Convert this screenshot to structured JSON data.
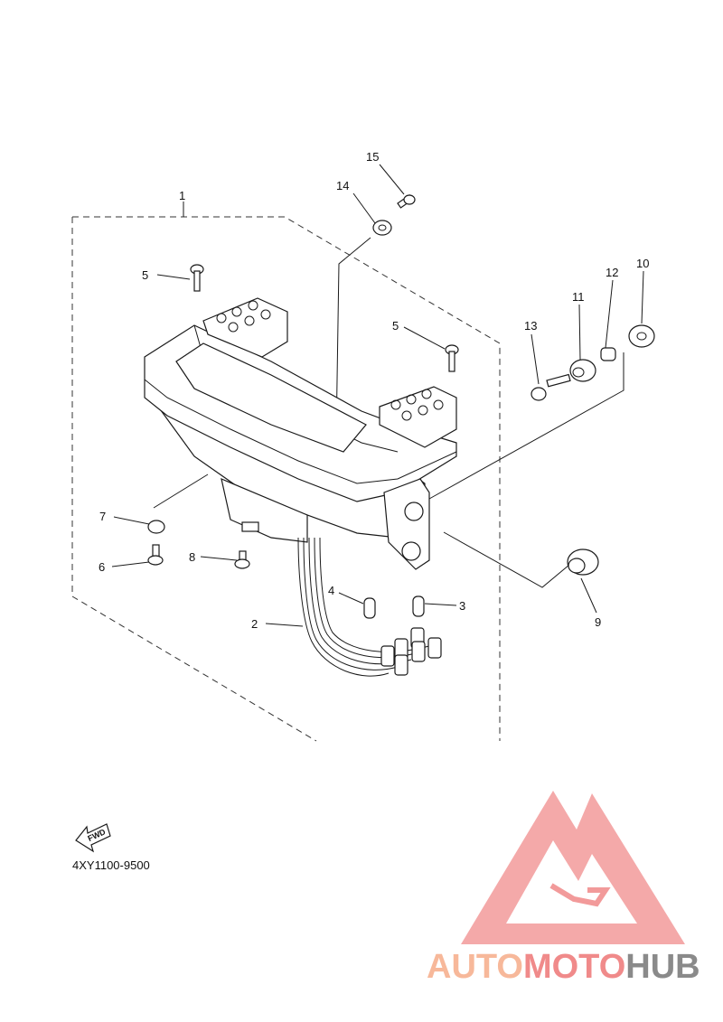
{
  "diagram": {
    "code": "4XY1100-9500",
    "fwd_label": "FWD",
    "callouts": [
      "1",
      "2",
      "3",
      "4",
      "5",
      "5",
      "6",
      "7",
      "8",
      "9",
      "10",
      "11",
      "12",
      "13",
      "14",
      "15"
    ]
  },
  "watermark": {
    "part1": "AUTO",
    "part2": "MOTO",
    "part3": "HUB",
    "colors": {
      "auto": "#f7b89a",
      "moto": "#f08a8a",
      "hub": "#8a8a8a",
      "logo": "#f29a9a"
    }
  }
}
